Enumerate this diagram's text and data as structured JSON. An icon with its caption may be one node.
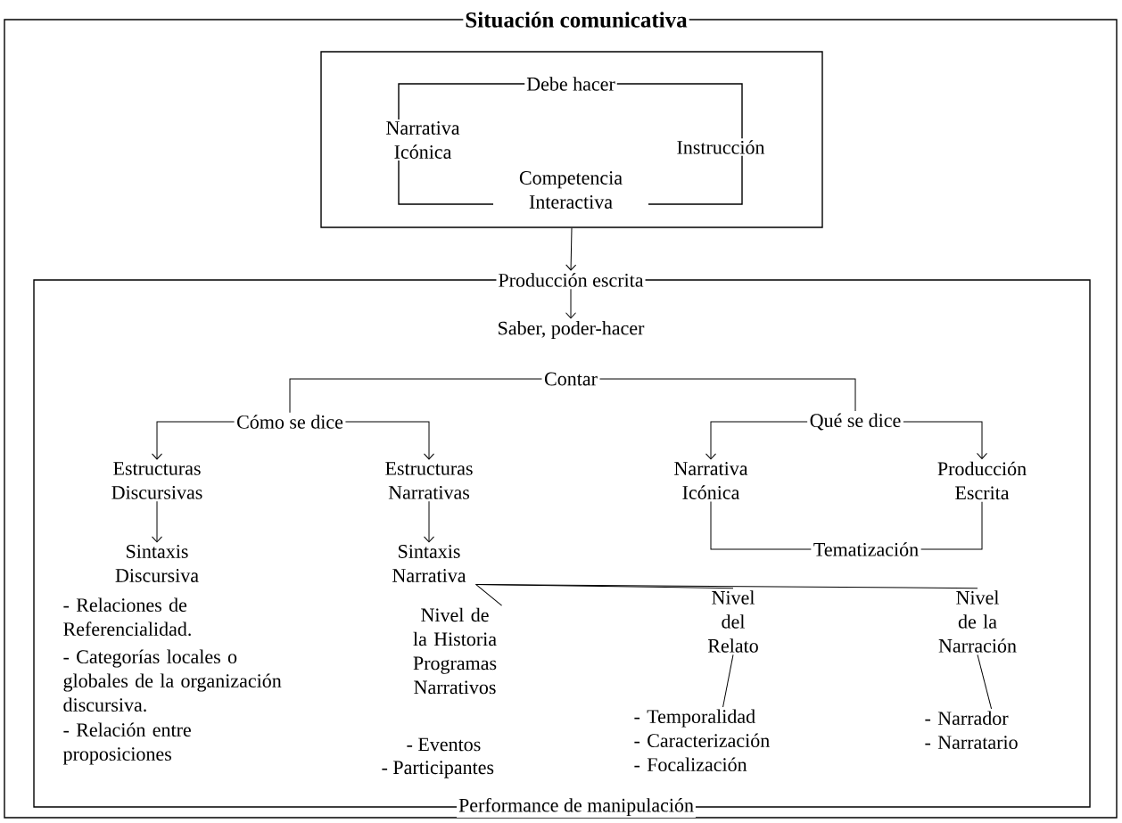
{
  "diagram": {
    "nodes": [
      {
        "text": [
          "Situación comunicativa"
        ]
      },
      {
        "text": [],
        "shape": "box",
        "in": 0
      },
      {
        "text": [
          "Debe hacer",
          "Narrativa Icónica",
          "Instrucción",
          "Competencia Interactiva"
        ],
        "in": 1
      },
      {
        "text": [
          "Producción escrita",
          "Performance de manipulación"
        ],
        "in": 0
      },
      {
        "text": [
          "Saber, poder-hacer"
        ],
        "in": 3
      },
      {
        "text": [
          "Contar"
        ],
        "in": 3
      },
      {
        "text": [
          "Cómo se dice"
        ],
        "in": 3
      },
      {
        "text": [
          "Qué se dice"
        ],
        "in": 3
      },
      {
        "text": [
          "Estructuras Discursivas"
        ],
        "in": 3
      },
      {
        "text": [
          "Estructuras Narrativas"
        ],
        "in": 3
      },
      {
        "text": [
          "Narrativa Icónica"
        ],
        "in": 3
      },
      {
        "text": [
          "Producción Escrita"
        ],
        "in": 3
      },
      {
        "text": [
          "Sintaxis Discursiva"
        ],
        "in": 3
      },
      {
        "text": [
          "Sintaxis Narrativa"
        ],
        "in": 3
      },
      {
        "text": [
          "Tematización"
        ],
        "in": 3
      },
      {
        "text": [
          "Nivel de la Historia",
          "Programas Narrativos"
        ],
        "in": 3
      },
      {
        "text": [
          "Nivel del Relato"
        ],
        "in": 3
      },
      {
        "text": [
          "Nivel de la Narración"
        ],
        "in": 3
      },
      {
        "text": [
          "- Temporalidad",
          "- Caracterización",
          "- Focalización"
        ],
        "in": 3
      },
      {
        "text": [
          "- Narrador",
          "- Narratario"
        ],
        "in": 3
      }
    ],
    "edges": [
      {
        "from": 1,
        "to": 3,
        "arrow": "to"
      },
      {
        "from": 3,
        "to": 4,
        "arrow": "to"
      },
      {
        "from": 5,
        "to": 6,
        "arrow": "none"
      },
      {
        "from": 5,
        "to": 7,
        "arrow": "none"
      },
      {
        "from": 6,
        "to": 8,
        "arrow": "to"
      },
      {
        "from": 6,
        "to": 9,
        "arrow": "to"
      },
      {
        "from": 7,
        "to": 10,
        "arrow": "to"
      },
      {
        "from": 7,
        "to": 11,
        "arrow": "to"
      },
      {
        "from": 8,
        "to": 12,
        "arrow": "to"
      },
      {
        "from": 9,
        "to": 13,
        "arrow": "to"
      },
      {
        "from": 10,
        "to": 14,
        "arrow": "none"
      },
      {
        "from": 11,
        "to": 14,
        "arrow": "none"
      },
      {
        "from": 13,
        "to": 15,
        "arrow": "none"
      },
      {
        "from": 13,
        "to": 16,
        "arrow": "none"
      },
      {
        "from": 13,
        "to": 17,
        "arrow": "none"
      },
      {
        "from": 16,
        "to": 18,
        "arrow": "none"
      },
      {
        "from": 17,
        "to": 19,
        "arrow": "none"
      }
    ],
    "labels": [
      "- Relaciones de Referencialidad.",
      "- Categorías locales o globales de la organización discursiva.",
      "- Relación entre proposiciones",
      "- Eventos",
      "- Participantes"
    ]
  }
}
